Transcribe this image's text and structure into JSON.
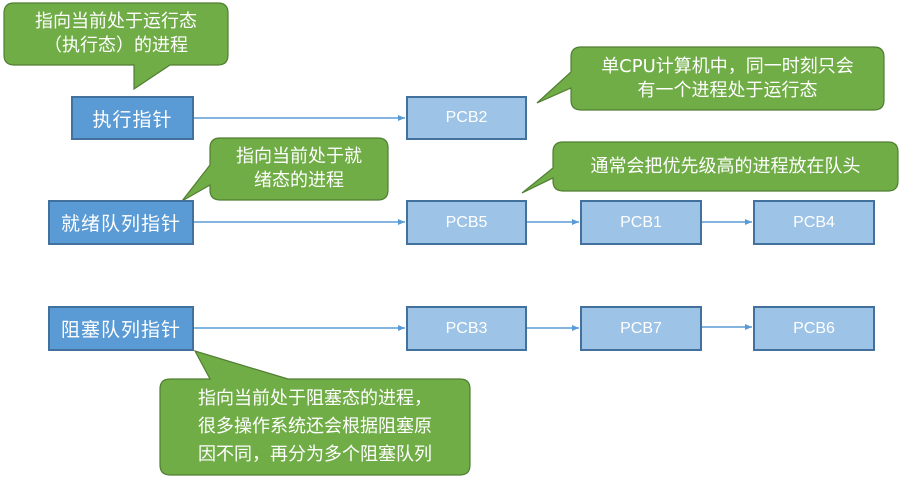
{
  "colors": {
    "pointer_fill": "#5b9bd5",
    "pcb_fill": "#9dc3e6",
    "border": "#41719c",
    "callout_fill": "#70ad47",
    "callout_border": "#507e32",
    "arrow": "#5b9bd5"
  },
  "pointers": {
    "running": "执行指针",
    "ready": "就绪队列指针",
    "blocked": "阻塞队列指针"
  },
  "queues": {
    "running": [
      "PCB2"
    ],
    "ready": [
      "PCB5",
      "PCB1",
      "PCB4"
    ],
    "blocked": [
      "PCB3",
      "PCB7",
      "PCB6"
    ]
  },
  "callouts": {
    "running_pointer": [
      "指向当前处于运行态",
      "（执行态）的进程"
    ],
    "single_cpu": [
      "单CPU计算机中，同一时刻只会",
      "有一个进程处于运行态"
    ],
    "ready_pointer": [
      "指向当前处于就",
      "绪态的进程"
    ],
    "priority": [
      "通常会把优先级高的进程放在队头"
    ],
    "blocked_pointer": [
      "指向当前处于阻塞态的进程，",
      "很多操作系统还会根据阻塞原",
      "因不同，再分为多个阻塞队列"
    ]
  }
}
